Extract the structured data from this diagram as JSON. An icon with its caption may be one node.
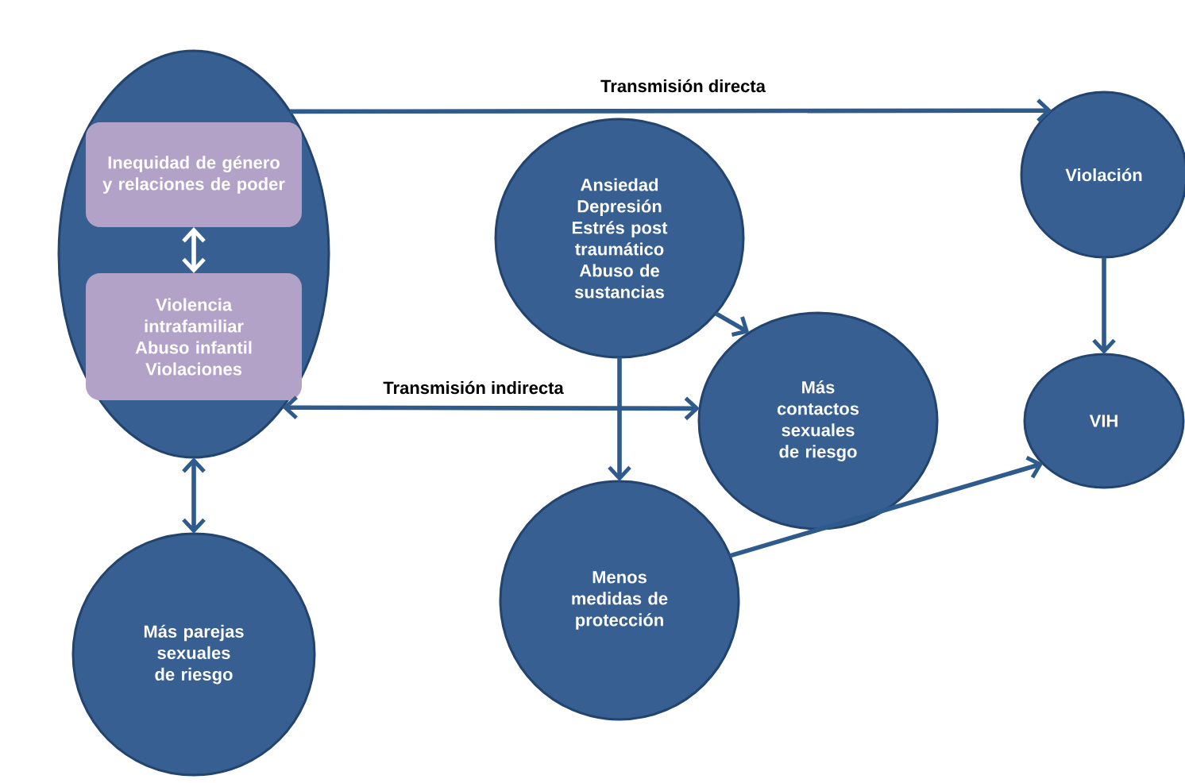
{
  "diagram": {
    "nodes": [
      {
        "text": [],
        "shape": "ellipse"
      },
      {
        "text": [
          "Inequidad de género y relaciones de poder"
        ],
        "in": 0
      },
      {
        "text": [
          "Violencia intrafamiliar Abuso infantil Violaciones"
        ],
        "in": 0
      },
      {
        "text": [
          "Más parejas sexuales de riesgo"
        ]
      },
      {
        "text": [
          "Ansiedad Depresión Estrés post traumático Abuso de sustancias"
        ]
      },
      {
        "text": [
          "Más contactos sexuales de riesgo"
        ]
      },
      {
        "text": [
          "Menos medidas de protección"
        ]
      },
      {
        "text": [
          "Violación"
        ]
      },
      {
        "text": [
          "VIH"
        ]
      }
    ],
    "edges": [
      {
        "from": 0,
        "to": 7,
        "arrow": "to",
        "label": "Transmisión directa"
      },
      {
        "from": 1,
        "to": 2,
        "arrow": "both",
        "color": "#ffffff"
      },
      {
        "from": 0,
        "to": 5,
        "arrow": "both",
        "label": "Transmisión indirecta"
      },
      {
        "from": 0,
        "to": 3,
        "arrow": "both"
      },
      {
        "from": 4,
        "to": 5,
        "arrow": "to"
      },
      {
        "from": 4,
        "to": 6,
        "arrow": "to"
      },
      {
        "from": 7,
        "to": 8,
        "arrow": "to"
      },
      {
        "from": 6,
        "to": 8,
        "arrow": "to"
      }
    ]
  }
}
